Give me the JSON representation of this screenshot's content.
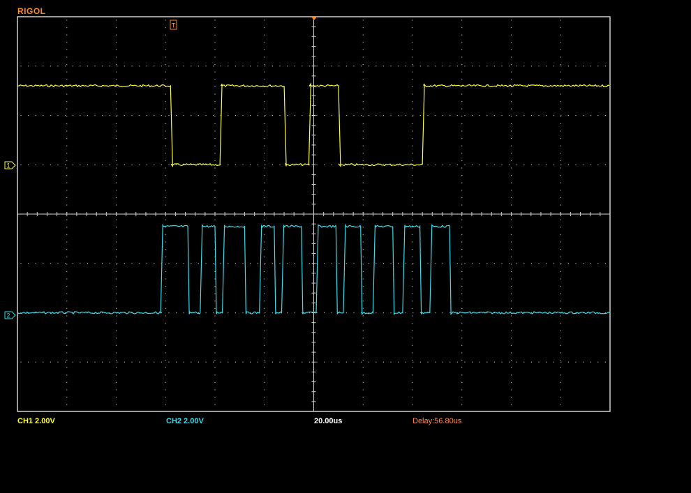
{
  "brand": "RIGOL",
  "colors": {
    "background": "#000000",
    "brand": "#ff8c1a",
    "ch1": "#ffff33",
    "ch2": "#33e0ee",
    "grid": "#aaaaaa",
    "frame": "#d0d0d0",
    "text_white": "#ffffff",
    "delay": "#ff8c4a"
  },
  "markers": {
    "trigger": "T",
    "ch1": "1",
    "ch2": "2"
  },
  "status": {
    "ch1_scale": "CH1 2.00V",
    "ch2_scale": "CH2 2.00V",
    "timebase": "20.00us",
    "delay": "Delay:56.80us"
  },
  "waveforms": {
    "divisions": {
      "x": 12,
      "y": 8
    },
    "ch1": {
      "ground_div": 5.0,
      "high_div": 6.6,
      "low_div": 5.0,
      "transitions_div": [
        3.1,
        4.1,
        5.4,
        5.9,
        6.5,
        8.2
      ],
      "start_level": "high"
    },
    "ch2": {
      "ground_div": 2.0,
      "high_div": 3.75,
      "low_div": 2.0,
      "pulses_div": [
        [
          2.9,
          3.45
        ],
        [
          3.7,
          4.0
        ],
        [
          4.15,
          4.6
        ],
        [
          4.9,
          5.2
        ],
        [
          5.35,
          5.75
        ],
        [
          6.05,
          6.45
        ],
        [
          6.6,
          6.95
        ],
        [
          7.2,
          7.6
        ],
        [
          7.8,
          8.15
        ],
        [
          8.35,
          8.75
        ]
      ]
    }
  }
}
